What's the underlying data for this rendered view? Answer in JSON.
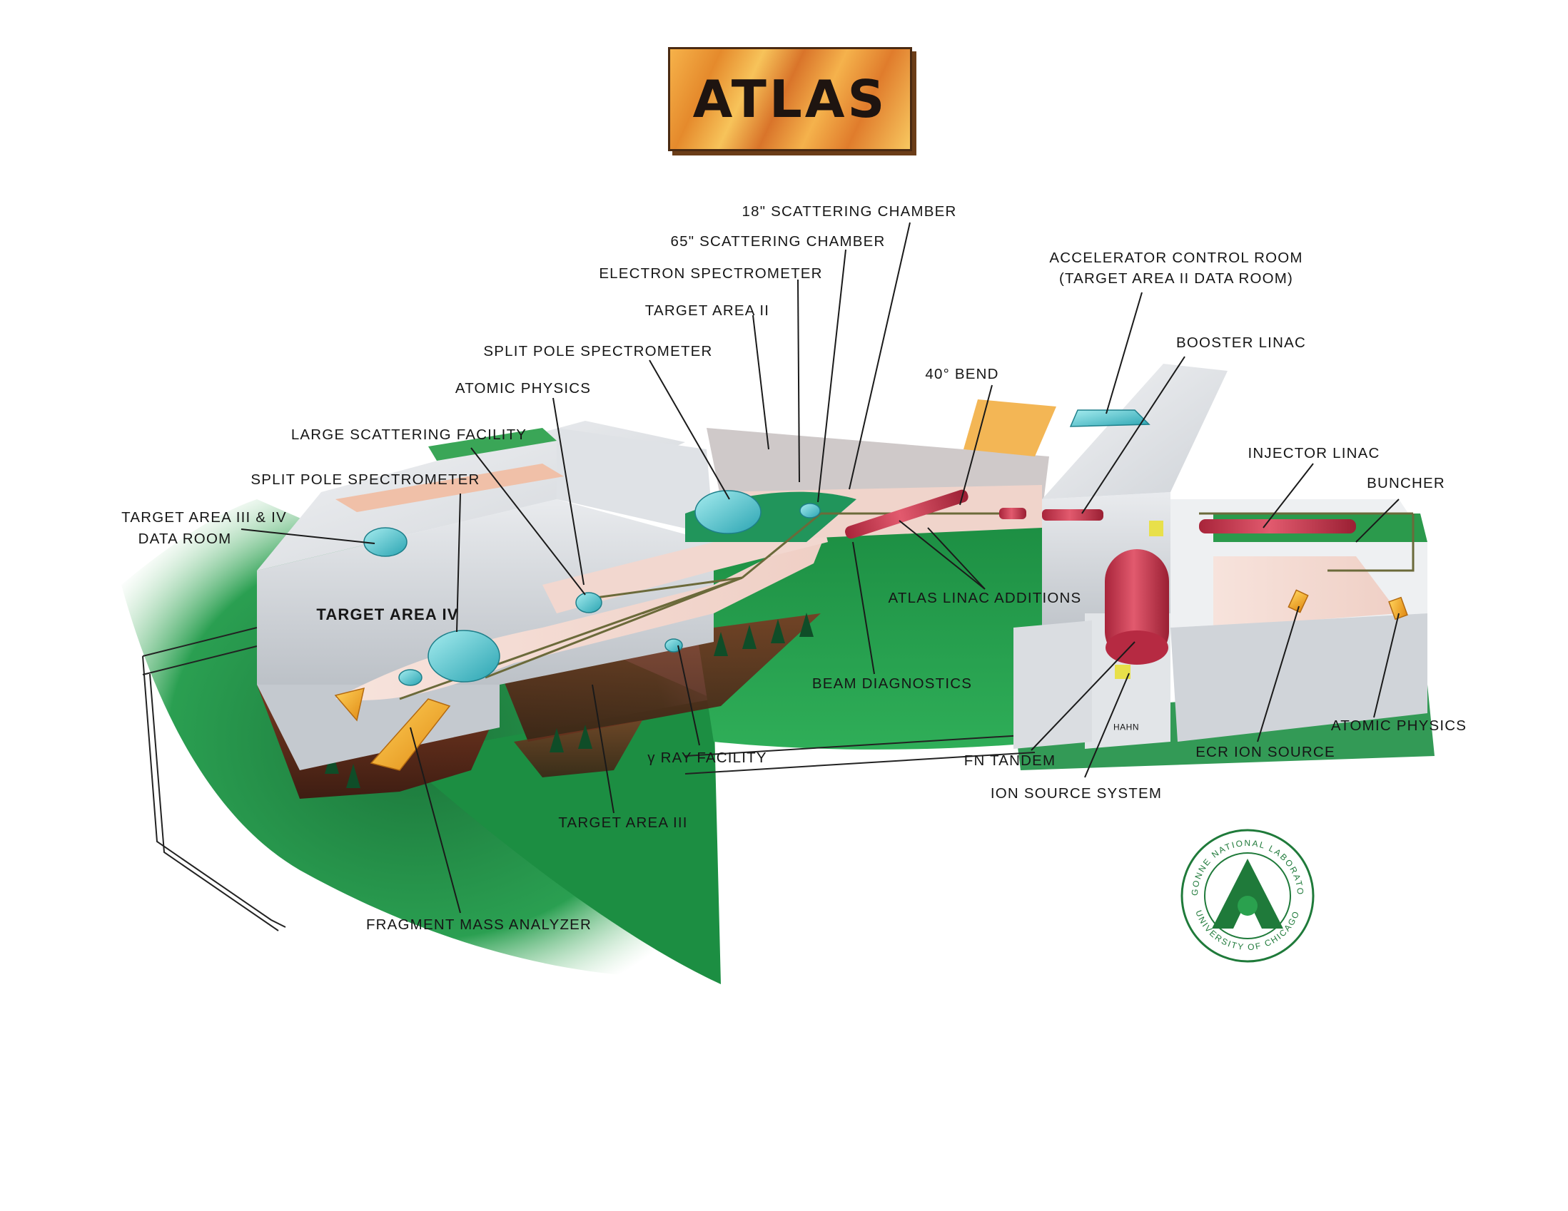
{
  "title": "ATLAS",
  "labels": {
    "scatt18": "18\" SCATTERING CHAMBER",
    "scatt65": "65\" SCATTERING CHAMBER",
    "electron_spectrometer": "ELECTRON SPECTROMETER",
    "target_area_2": "TARGET AREA II",
    "split_pole_spectrometer_upper": "SPLIT POLE SPECTROMETER",
    "atomic_physics_left": "ATOMIC PHYSICS",
    "large_scattering_facility": "LARGE SCATTERING FACILITY",
    "split_pole_spectrometer_lower": "SPLIT POLE SPECTROMETER",
    "target_area_3_4_data_room_line1": "TARGET AREA III & IV",
    "target_area_3_4_data_room_line2": "DATA ROOM",
    "target_area_4": "TARGET AREA IV",
    "accelerator_control_room_line1": "ACCELERATOR CONTROL ROOM",
    "accelerator_control_room_line2": "(TARGET AREA II DATA ROOM)",
    "booster_linac": "BOOSTER LINAC",
    "bend_40": "40° BEND",
    "injector_linac": "INJECTOR LINAC",
    "buncher": "BUNCHER",
    "atlas_linac_additions": "ATLAS LINAC ADDITIONS",
    "beam_diagnostics": "BEAM DIAGNOSTICS",
    "gamma_ray_facility": "γ RAY FACILITY",
    "target_area_3": "TARGET AREA III",
    "fragment_mass_analyzer": "FRAGMENT MASS ANALYZER",
    "fn_tandem": "FN TANDEM",
    "ion_source_system": "ION SOURCE SYSTEM",
    "ecr_ion_source": "ECR ION SOURCE",
    "atomic_physics_right": "ATOMIC PHYSICS",
    "artist_signature": "HAHN"
  },
  "logo": {
    "top_text": "ARGONNE NATIONAL LABORATORY",
    "bottom_text": "UNIVERSITY OF CHICAGO",
    "color": "#1f7a3a"
  },
  "colors": {
    "ground_green": "#1f9a48",
    "building_gray": "#e4e6e8",
    "floor_pink": "#f4dcd4",
    "accent_teal": "#58c6cf",
    "accent_red": "#d6465a",
    "accent_orange": "#f0a020"
  }
}
